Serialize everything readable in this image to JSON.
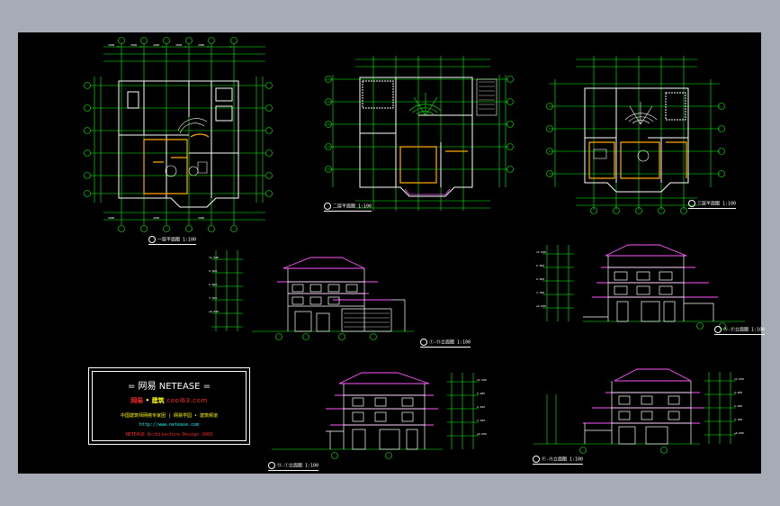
{
  "title_block": {
    "header_left": "网易",
    "header_brand": "NETEASE",
    "site_a": "网易 ",
    "site_b": "• 建筑",
    "site_c": "  cool63.com",
    "line1": "中国建筑师网络专家团 | 网易学园 • 建筑频道",
    "line2": "http://www.netease.com",
    "line3": "NETEASE Architecture Design 2003"
  },
  "labels": {
    "plan1": "一层平面图 1:100",
    "plan2": "二层平面图 1:100",
    "plan3": "三层平面图 1:100",
    "elev1": "①-⑪立面图 1:100",
    "elev2": "Ⓐ-Ⓕ立面图 1:100",
    "elev3": "⑪-①立面图 1:100",
    "elev4": "Ⓕ-Ⓐ立面图 1:100"
  },
  "colors": {
    "page": "#a7abb6",
    "drawing_bg": "#000000",
    "grid": "#00ff00",
    "walls": "#ffffff",
    "highlight_walls": "#ffaa00",
    "roof": "#ff55ff",
    "title_red": "#ff2a2a",
    "title_yellow": "#ffff00",
    "title_cyan": "#00ffff"
  }
}
